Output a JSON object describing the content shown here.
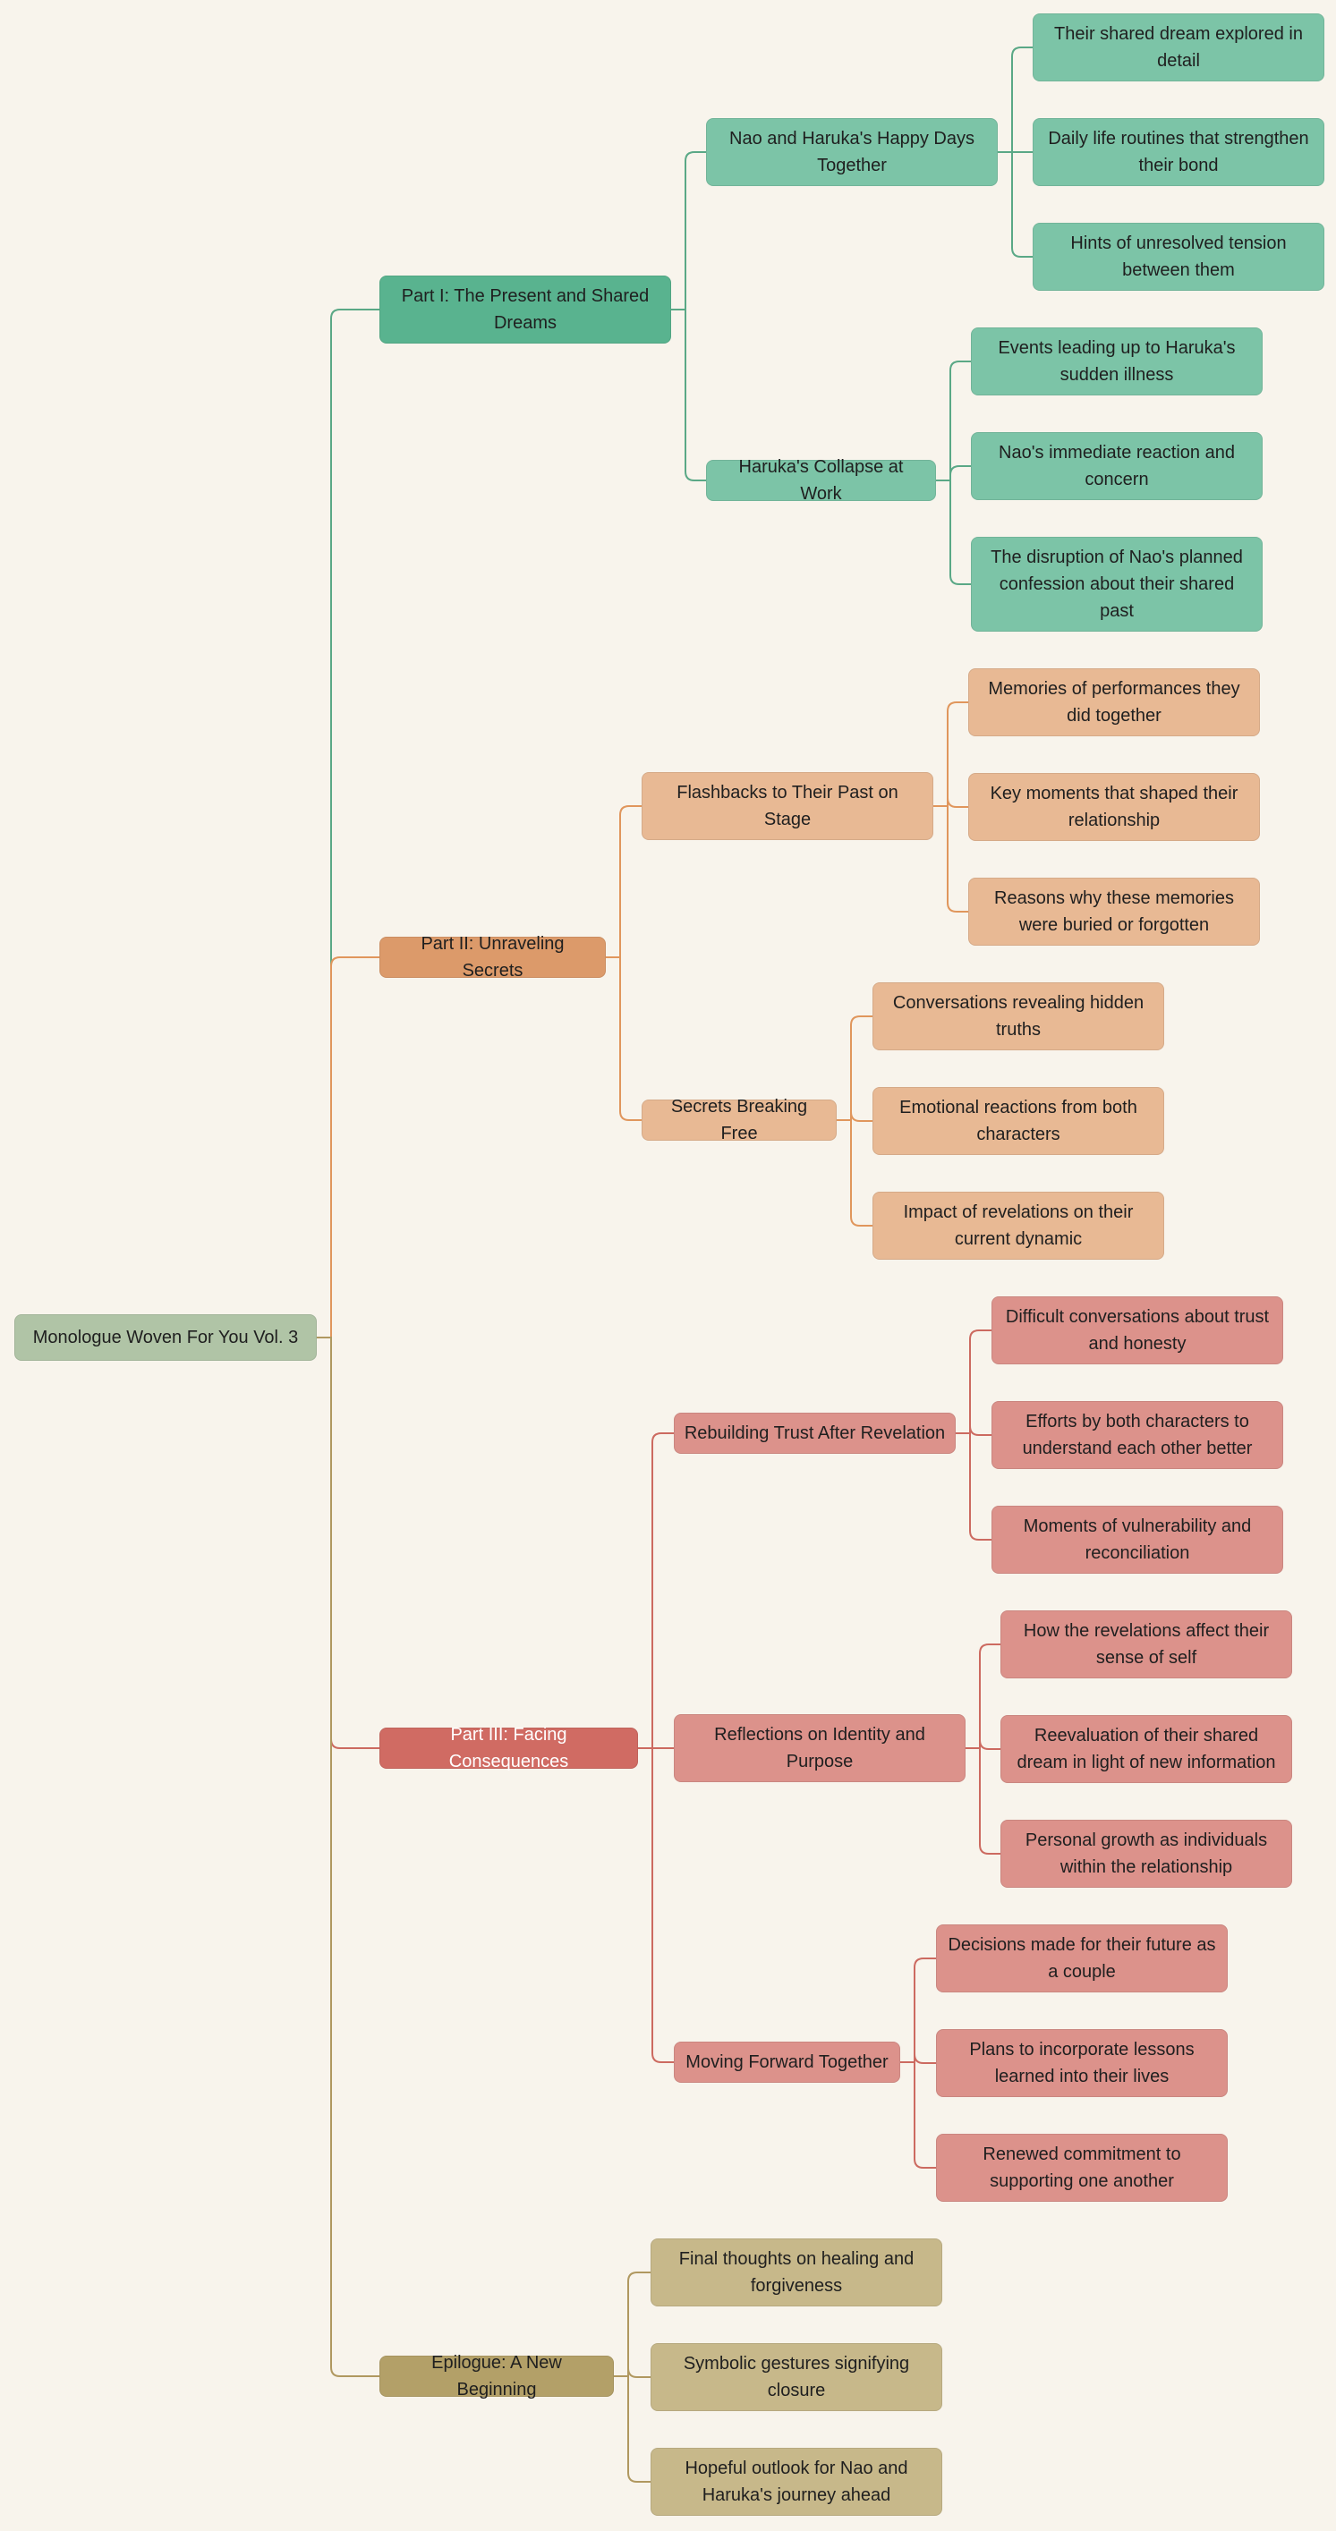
{
  "root": {
    "label": "Monologue Woven For You Vol. 3",
    "color": "#b0c4a6"
  },
  "branches": [
    {
      "id": "b1",
      "label": "Part I: The Present and Shared Dreams",
      "color": "#59b38f",
      "child_color": "#7cc4a7",
      "line_color": "#5aa886",
      "children": [
        {
          "id": "b1c1",
          "label": "Nao and Haruka's Happy Days Together",
          "leaves": [
            "Their shared dream explored in detail",
            "Daily life routines that strengthen their bond",
            "Hints of unresolved tension between them"
          ]
        },
        {
          "id": "b1c2",
          "label": "Haruka's Collapse at Work",
          "leaves": [
            "Events leading up to Haruka's sudden illness",
            "Nao's immediate reaction and concern",
            "The disruption of Nao's planned confession about their shared past"
          ]
        }
      ]
    },
    {
      "id": "b2",
      "label": "Part II: Unraveling Secrets",
      "color": "#dc9a6a",
      "child_color": "#e8b994",
      "line_color": "#e0965c",
      "children": [
        {
          "id": "b2c1",
          "label": "Flashbacks to Their Past on Stage",
          "leaves": [
            "Memories of performances they did together",
            "Key moments that shaped their relationship",
            "Reasons why these memories were buried or forgotten"
          ]
        },
        {
          "id": "b2c2",
          "label": "Secrets Breaking Free",
          "leaves": [
            "Conversations revealing hidden truths",
            "Emotional reactions from both characters",
            "Impact of revelations on their current dynamic"
          ]
        }
      ]
    },
    {
      "id": "b3",
      "label": "Part III: Facing Consequences",
      "color": "#d06b63",
      "child_color": "#dc928b",
      "line_color": "#cc6a60",
      "children": [
        {
          "id": "b3c1",
          "label": "Rebuilding Trust After Revelation",
          "leaves": [
            "Difficult conversations about trust and honesty",
            "Efforts by both characters to understand each other better",
            "Moments of vulnerability and reconciliation"
          ]
        },
        {
          "id": "b3c2",
          "label": "Reflections on Identity and Purpose",
          "leaves": [
            "How the revelations affect their sense of self",
            "Reevaluation of their shared dream in light of new information",
            "Personal growth as individuals within the relationship"
          ]
        },
        {
          "id": "b3c3",
          "label": "Moving Forward Together",
          "leaves": [
            "Decisions made for their future as a couple",
            "Plans to incorporate lessons learned into their lives",
            "Renewed commitment to supporting one another"
          ]
        }
      ]
    },
    {
      "id": "b4",
      "label": "Epilogue: A New Beginning",
      "color": "#b3a068",
      "child_color": "#c7b88a",
      "line_color": "#b09860",
      "leaves": [
        "Final thoughts on healing and forgiveness",
        "Symbolic gestures signifying closure",
        "Hopeful outlook for Nao and Haruka's journey ahead"
      ]
    }
  ]
}
